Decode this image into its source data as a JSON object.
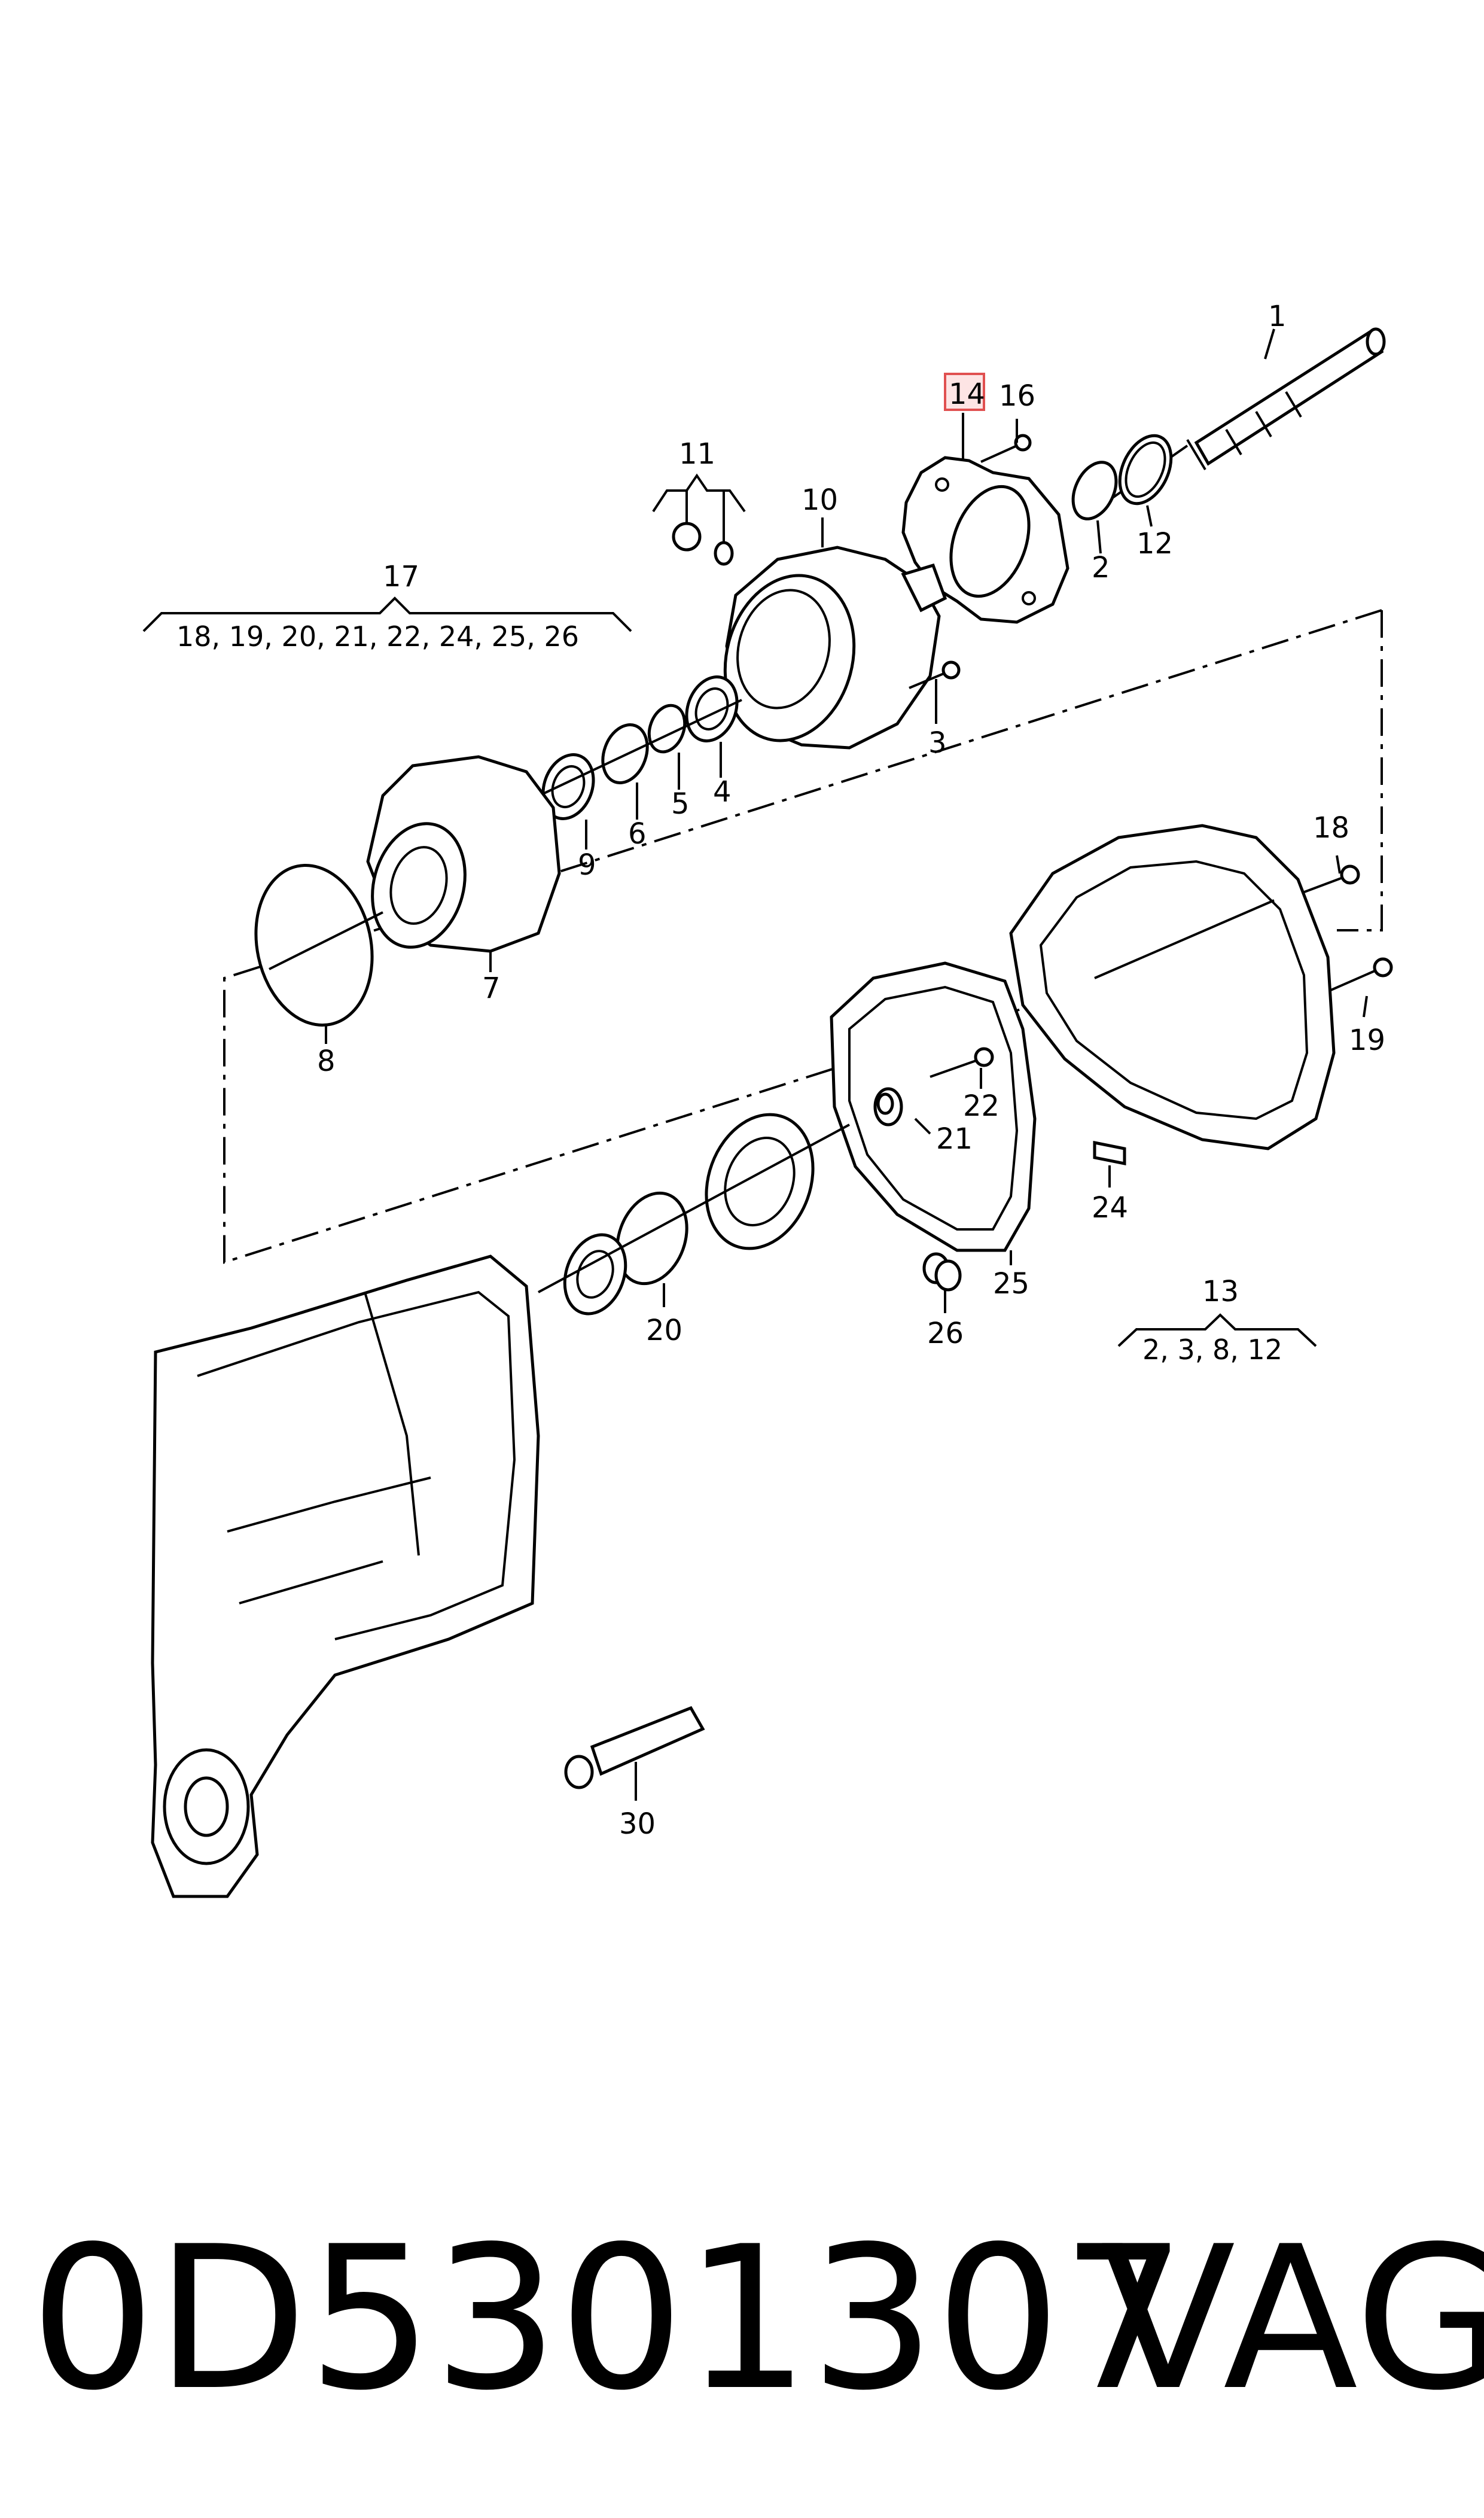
{
  "diagram": {
    "labels": {
      "l1": "1",
      "l2": "2",
      "l3": "3",
      "l4": "4",
      "l5": "5",
      "l6": "6",
      "l7": "7",
      "l8": "8",
      "l9": "9",
      "l10": "10",
      "l11": "11",
      "l12": "12",
      "l13": "13",
      "l14": "14",
      "l16": "16",
      "l17": "17",
      "l18": "18",
      "l19": "19",
      "l20": "20",
      "l21": "21",
      "l22": "22",
      "l24": "24",
      "l25": "25",
      "l26": "26",
      "l30": "30"
    },
    "groups": {
      "g17": "18, 19, 20, 21, 22, 24, 25, 26",
      "g13": "2, 3, 8, 12"
    },
    "highlight_color": "#e05050"
  },
  "footer": {
    "part_number": "0D5301307",
    "brand": "VAG"
  }
}
